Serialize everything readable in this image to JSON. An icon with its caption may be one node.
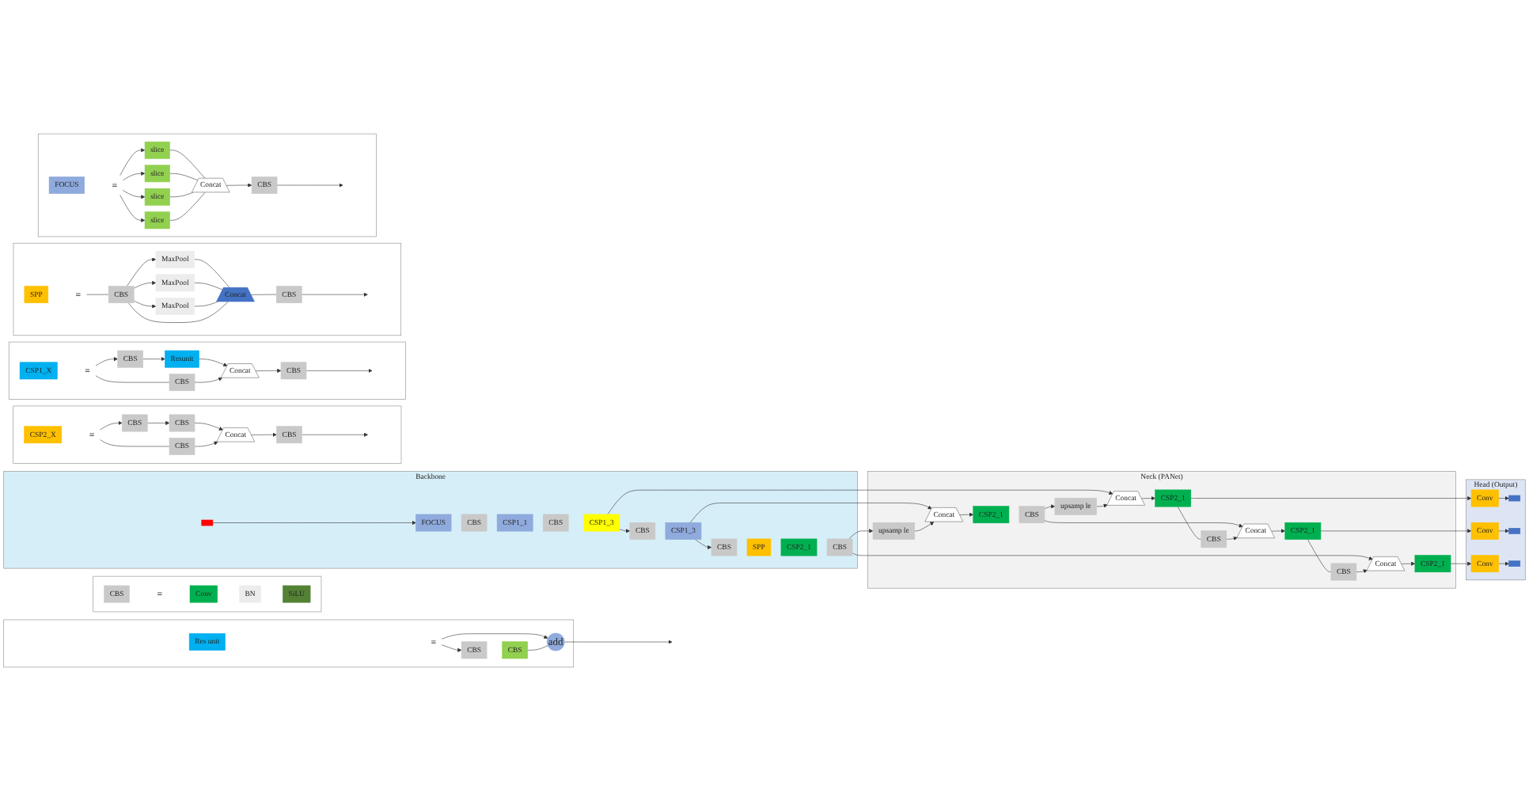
{
  "diagram": {
    "nodes": [
      {
        "text": [
          "Backbone"
        ]
      },
      {
        "text": [],
        "shape": "box",
        "in": 0
      },
      {
        "text": [
          "FOCUS"
        ],
        "in": 0
      },
      {
        "text": [
          "CBS"
        ],
        "in": 0
      },
      {
        "text": [
          "CSP1_1"
        ],
        "in": 0
      },
      {
        "text": [
          "CBS"
        ],
        "in": 0
      },
      {
        "text": [
          "CSP1_3"
        ],
        "in": 0
      },
      {
        "text": [
          "CBS"
        ],
        "in": 0
      },
      {
        "text": [
          "CSP1_3"
        ],
        "in": 0
      },
      {
        "text": [
          "CBS"
        ],
        "in": 0
      },
      {
        "text": [
          "SPP"
        ],
        "in": 0
      },
      {
        "text": [
          "CSP2_1"
        ],
        "in": 0
      },
      {
        "text": [
          "CBS"
        ],
        "in": 0
      },
      {
        "text": [
          "Neck (PANet)"
        ]
      },
      {
        "text": [
          "upsamp le"
        ],
        "in": 13
      },
      {
        "text": [
          "Concat"
        ],
        "in": 13
      },
      {
        "text": [
          "CSP2_1"
        ],
        "in": 13
      },
      {
        "text": [
          "CBS"
        ],
        "in": 13
      },
      {
        "text": [
          "upsamp le"
        ],
        "in": 13
      },
      {
        "text": [
          "Concat"
        ],
        "in": 13
      },
      {
        "text": [
          "CSP2_1"
        ],
        "in": 13
      },
      {
        "text": [
          "CBS"
        ],
        "in": 13
      },
      {
        "text": [
          "Concat"
        ],
        "in": 13
      },
      {
        "text": [
          "CSP2_1"
        ],
        "in": 13
      },
      {
        "text": [
          "CBS"
        ],
        "in": 13
      },
      {
        "text": [
          "Concat"
        ],
        "in": 13
      },
      {
        "text": [
          "CSP2_1"
        ],
        "in": 13
      },
      {
        "text": [
          "Head (Output)"
        ]
      },
      {
        "text": [
          "Conv"
        ],
        "in": 27
      },
      {
        "text": [],
        "shape": "box",
        "in": 27
      },
      {
        "text": [
          "Conv"
        ],
        "in": 27
      },
      {
        "text": [],
        "shape": "box",
        "in": 27
      },
      {
        "text": [
          "Conv"
        ],
        "in": 27
      },
      {
        "text": [],
        "shape": "box",
        "in": 27
      },
      {
        "text": [],
        "shape": "box"
      },
      {
        "text": [
          "CBS"
        ],
        "in": 34
      },
      {
        "text": [
          "="
        ],
        "in": 34
      },
      {
        "text": [
          "Conv"
        ],
        "in": 34
      },
      {
        "text": [
          "BN"
        ],
        "in": 34
      },
      {
        "text": [
          "SiLU"
        ],
        "in": 34
      },
      {
        "text": [],
        "shape": "box"
      },
      {
        "text": [
          "Res unit"
        ],
        "in": 40
      },
      {
        "text": [
          "="
        ],
        "in": 40
      },
      {
        "text": [
          "CBS"
        ],
        "in": 40
      },
      {
        "text": [
          "CBS"
        ],
        "in": 40
      },
      {
        "text": [
          "add"
        ],
        "in": 40
      },
      {
        "text": [],
        "shape": "box"
      },
      {
        "text": [
          "CSP2_X"
        ],
        "in": 46
      },
      {
        "text": [
          "="
        ],
        "in": 46
      },
      {
        "text": [
          "CBS"
        ],
        "in": 46
      },
      {
        "text": [
          "CBS"
        ],
        "in": 46
      },
      {
        "text": [
          "CBS"
        ],
        "in": 46
      },
      {
        "text": [
          "Concat"
        ],
        "in": 46
      },
      {
        "text": [
          "CBS"
        ],
        "in": 46
      },
      {
        "text": [],
        "shape": "box"
      },
      {
        "text": [
          "CSP1_X"
        ],
        "in": 54
      },
      {
        "text": [
          "="
        ],
        "in": 54
      },
      {
        "text": [
          "CBS"
        ],
        "in": 54
      },
      {
        "text": [
          "Resunit"
        ],
        "in": 54
      },
      {
        "text": [
          "CBS"
        ],
        "in": 54
      },
      {
        "text": [
          "Concat"
        ],
        "in": 54
      },
      {
        "text": [
          "CBS"
        ],
        "in": 54
      },
      {
        "text": [],
        "shape": "box"
      },
      {
        "text": [
          "SPP"
        ],
        "in": 62
      },
      {
        "text": [
          "="
        ],
        "in": 62
      },
      {
        "text": [
          "CBS"
        ],
        "in": 62
      },
      {
        "text": [
          "MaxPool"
        ],
        "in": 62
      },
      {
        "text": [
          "MaxPool"
        ],
        "in": 62
      },
      {
        "text": [
          "MaxPool"
        ],
        "in": 62
      },
      {
        "text": [
          "Concat"
        ],
        "in": 62
      },
      {
        "text": [
          "CBS"
        ],
        "in": 62
      },
      {
        "text": [],
        "shape": "box"
      },
      {
        "text": [
          "FOCUS"
        ],
        "in": 71
      },
      {
        "text": [
          "="
        ],
        "in": 71
      },
      {
        "text": [
          "slice"
        ],
        "in": 71
      },
      {
        "text": [
          "slice"
        ],
        "in": 71
      },
      {
        "text": [
          "slice"
        ],
        "in": 71
      },
      {
        "text": [
          "slice"
        ],
        "in": 71
      },
      {
        "text": [
          "Concat"
        ],
        "in": 71
      },
      {
        "text": [
          "CBS"
        ],
        "in": 71
      }
    ],
    "edges": [
      {
        "from": 1,
        "to": 2,
        "arrow": "to"
      },
      {
        "from": 6,
        "to": 7,
        "arrow": "to"
      },
      {
        "from": 6,
        "to": 19,
        "arrow": "to"
      },
      {
        "from": 8,
        "to": 9,
        "arrow": "to"
      },
      {
        "from": 8,
        "to": 15,
        "arrow": "to"
      },
      {
        "from": 12,
        "to": 14,
        "arrow": "to"
      },
      {
        "from": 12,
        "to": 25,
        "arrow": "to"
      },
      {
        "from": 14,
        "to": 15,
        "arrow": "to"
      },
      {
        "from": 15,
        "to": 16,
        "arrow": "to"
      },
      {
        "from": 17,
        "to": 18,
        "arrow": "to"
      },
      {
        "from": 17,
        "to": 22,
        "arrow": "to"
      },
      {
        "from": 18,
        "to": 19,
        "arrow": "to"
      },
      {
        "from": 19,
        "to": 20,
        "arrow": "to"
      },
      {
        "from": 20,
        "to": 28,
        "arrow": "to"
      },
      {
        "from": 28,
        "to": 29,
        "arrow": "to"
      },
      {
        "from": 20,
        "to": 21,
        "arrow": "none"
      },
      {
        "from": 21,
        "to": 22,
        "arrow": "to"
      },
      {
        "from": 22,
        "to": 23,
        "arrow": "to"
      },
      {
        "from": 23,
        "to": 30,
        "arrow": "to"
      },
      {
        "from": 30,
        "to": 31,
        "arrow": "to"
      },
      {
        "from": 23,
        "to": 24,
        "arrow": "none"
      },
      {
        "from": 24,
        "to": 25,
        "arrow": "to"
      },
      {
        "from": 25,
        "to": 26,
        "arrow": "to"
      },
      {
        "from": 26,
        "to": 32,
        "arrow": "to"
      },
      {
        "from": 32,
        "to": 33,
        "arrow": "to"
      },
      {
        "from": 42,
        "to": 43,
        "arrow": "to"
      },
      {
        "from": 42,
        "to": 45,
        "arrow": "to"
      },
      {
        "from": 44,
        "to": 45,
        "arrow": "none"
      },
      {
        "from": 45,
        "to": null,
        "arrow": "to"
      },
      {
        "from": 48,
        "to": 49,
        "arrow": "to"
      },
      {
        "from": 49,
        "to": 50,
        "arrow": "to"
      },
      {
        "from": 50,
        "to": 52,
        "arrow": "to"
      },
      {
        "from": 48,
        "to": 51,
        "arrow": "none"
      },
      {
        "from": 51,
        "to": 52,
        "arrow": "to"
      },
      {
        "from": 52,
        "to": 53,
        "arrow": "to"
      },
      {
        "from": 53,
        "to": null,
        "arrow": "to"
      },
      {
        "from": 56,
        "to": 57,
        "arrow": "to"
      },
      {
        "from": 57,
        "to": 58,
        "arrow": "to"
      },
      {
        "from": 58,
        "to": 60,
        "arrow": "to"
      },
      {
        "from": 56,
        "to": 59,
        "arrow": "none"
      },
      {
        "from": 59,
        "to": 60,
        "arrow": "to"
      },
      {
        "from": 60,
        "to": 61,
        "arrow": "to"
      },
      {
        "from": 61,
        "to": null,
        "arrow": "to"
      },
      {
        "from": 64,
        "to": 65,
        "arrow": "none"
      },
      {
        "from": 65,
        "to": 66,
        "arrow": "to"
      },
      {
        "from": 65,
        "to": 67,
        "arrow": "to"
      },
      {
        "from": 65,
        "to": 68,
        "arrow": "to"
      },
      {
        "from": 66,
        "to": 69,
        "arrow": "none"
      },
      {
        "from": 67,
        "to": 69,
        "arrow": "none"
      },
      {
        "from": 68,
        "to": 69,
        "arrow": "none"
      },
      {
        "from": 65,
        "to": 69,
        "arrow": "none"
      },
      {
        "from": 69,
        "to": 70,
        "arrow": "none"
      },
      {
        "from": 70,
        "to": null,
        "arrow": "to"
      },
      {
        "from": 73,
        "to": 74,
        "arrow": "to"
      },
      {
        "from": 73,
        "to": 75,
        "arrow": "to"
      },
      {
        "from": 73,
        "to": 76,
        "arrow": "to"
      },
      {
        "from": 73,
        "to": 77,
        "arrow": "to"
      },
      {
        "from": 74,
        "to": 78,
        "arrow": "none"
      },
      {
        "from": 75,
        "to": 78,
        "arrow": "none"
      },
      {
        "from": 76,
        "to": 78,
        "arrow": "none"
      },
      {
        "from": 77,
        "to": 78,
        "arrow": "none"
      },
      {
        "from": 78,
        "to": 79,
        "arrow": "to"
      },
      {
        "from": 79,
        "to": null,
        "arrow": "to"
      }
    ]
  }
}
